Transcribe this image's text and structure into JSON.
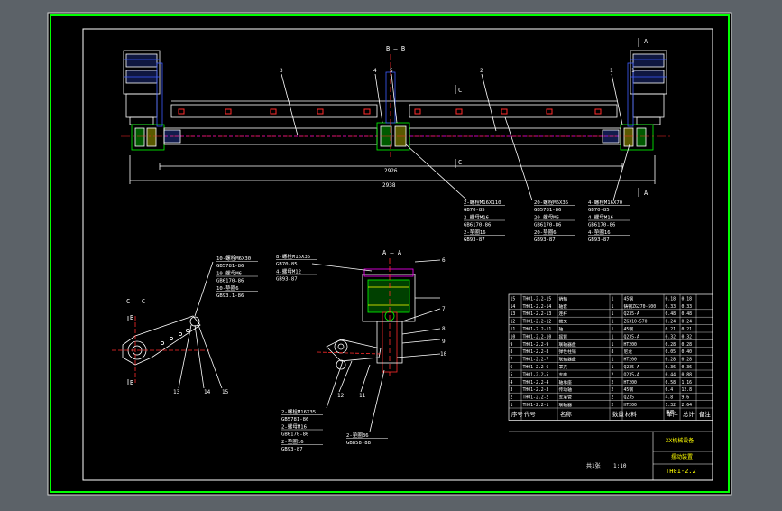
{
  "drawing": {
    "section_labels": {
      "b_b": "B — B",
      "a_a": "A — A",
      "c_c": "C — C",
      "a_top": "A",
      "a_bottom": "A",
      "c_top": "C",
      "c_bottom": "C",
      "b_top": "B",
      "b_bottom": "B"
    },
    "part_balloons": [
      "1",
      "2",
      "3",
      "4",
      "5",
      "1",
      "6",
      "7",
      "8",
      "9",
      "10",
      "11",
      "12",
      "13",
      "14",
      "15"
    ],
    "dimensions": {
      "inner_span": "2926",
      "overall_span": "2938"
    },
    "fastener_callouts": {
      "group1": [
        "2-螺栓M16X110",
        "GB70-85",
        "2-螺母M16",
        "GB6170-86",
        "2-垫圈16",
        "GB93-87"
      ],
      "group2": [
        "20-螺栓M6X35",
        "GB5781-86",
        "20-螺母M6",
        "GB6170-86",
        "20-垫圈6",
        "GB93-87"
      ],
      "group3": [
        "4-螺栓M16X70",
        "GB70-85",
        "4-螺母M16",
        "GB6170-86",
        "4-垫圈16",
        "GB93-87"
      ],
      "group4": [
        "10-螺栓M6X30",
        "GB5781-86",
        "10-螺母M6",
        "GB6170-86",
        "10-垫圈6",
        "GB93.1-86"
      ],
      "group5": [
        "8-螺栓M16X35",
        "GB70-85",
        "4-螺母M12",
        "GB93-87"
      ],
      "group6": [
        "2-螺栓M16X35",
        "GB5781-86",
        "2-螺母M16",
        "GB6170-86",
        "2-垫圈16",
        "GB93-87"
      ],
      "group7": [
        "2-垫圈36",
        "GB858-88"
      ]
    }
  },
  "bom": {
    "headers": [
      "序号",
      "代号",
      "名称",
      "数量",
      "材料",
      "单件",
      "总计",
      "备注"
    ],
    "rows": [
      [
        "15",
        "TH01-2.2-15",
        "销轴",
        "1",
        "45钢",
        "0.18",
        "0.18"
      ],
      [
        "14",
        "TH01-2.2-14",
        "轴套",
        "1",
        "铸钢ZG270-500",
        "0.33",
        "0.33"
      ],
      [
        "13",
        "TH01-2.2-13",
        "连杆",
        "1",
        "Q235-A",
        "0.48",
        "0.48"
      ],
      [
        "12",
        "TH01-2.2-12",
        "拨叉",
        "1",
        "ZG310-570",
        "0.24",
        "0.24"
      ],
      [
        "11",
        "TH01-2.2-11",
        "轴",
        "1",
        "45钢",
        "0.21",
        "0.21"
      ],
      [
        "10",
        "TH01-2.2-10",
        "摇臂",
        "1",
        "Q235-A",
        "0.32",
        "0.32"
      ],
      [
        "9",
        "TH01-2.2-9",
        "联轴器盘",
        "1",
        "HT200",
        "0.28",
        "0.28"
      ],
      [
        "8",
        "TH01-2.2-8",
        "弹性柱销",
        "8",
        "尼龙",
        "0.05",
        "0.40"
      ],
      [
        "7",
        "TH01-2.2-7",
        "联轴器盘",
        "1",
        "HT200",
        "0.28",
        "0.28"
      ],
      [
        "6",
        "TH01-2.2-6",
        "罩壳",
        "1",
        "Q235-A",
        "0.36",
        "0.36"
      ],
      [
        "5",
        "TH01-2.2-5",
        "支座",
        "2",
        "Q235-A",
        "0.44",
        "0.88"
      ],
      [
        "4",
        "TH01-2.2-4",
        "轴承座",
        "2",
        "HT200",
        "0.58",
        "1.16"
      ],
      [
        "3",
        "TH01-2.2-3",
        "传动轴",
        "2",
        "45钢",
        "6.4",
        "12.8"
      ],
      [
        "2",
        "TH01-2.2-2",
        "支承管",
        "2",
        "Q235",
        "4.8",
        "9.6"
      ],
      [
        "1",
        "TH01-2.2-1",
        "联轴器",
        "2",
        "HT200",
        "1.32",
        "2.64"
      ]
    ],
    "weight_header": [
      "单件",
      "总计"
    ],
    "weight_sub": "重量"
  },
  "title_block": {
    "company": "XX机械设备",
    "drawing_name": "摆动装置",
    "drawing_no": "TH01-2.2",
    "scale": "1:10",
    "sheet": "共1张"
  },
  "colors": {
    "background": "#5c6268",
    "frame_outer": "#d6d6d6",
    "frame_green": "#00ff00",
    "sheet": "#000000",
    "lines": "#ffffff",
    "hidden": "#ff00ff",
    "accent_blue": "#3b5cff",
    "accent_cyan": "#00ffff",
    "accent_yellow": "#ffff00",
    "accent_red": "#ff2b2b",
    "accent_green": "#00ff00"
  }
}
